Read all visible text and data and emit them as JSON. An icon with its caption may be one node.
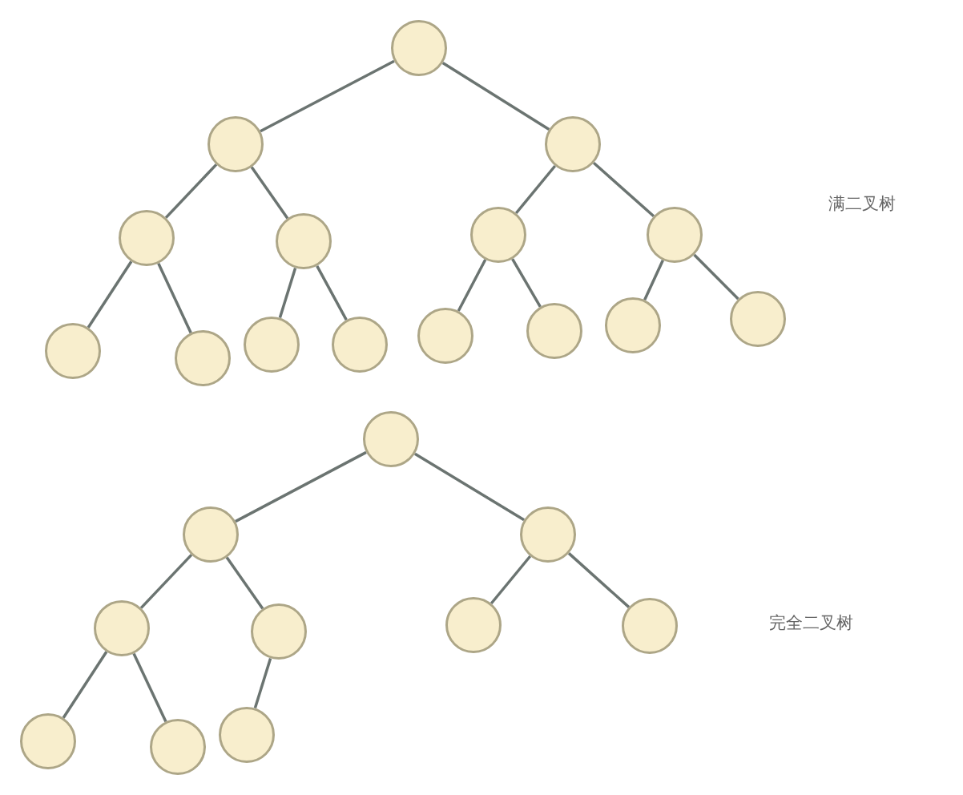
{
  "diagram": {
    "nodes": [
      {
        "text": [],
        "shape": "circle"
      },
      {
        "text": [],
        "shape": "circle"
      },
      {
        "text": [],
        "shape": "circle"
      },
      {
        "text": [],
        "shape": "circle"
      },
      {
        "text": [],
        "shape": "circle"
      },
      {
        "text": [],
        "shape": "circle"
      },
      {
        "text": [],
        "shape": "circle"
      },
      {
        "text": [],
        "shape": "circle"
      },
      {
        "text": [],
        "shape": "circle"
      },
      {
        "text": [],
        "shape": "circle"
      },
      {
        "text": [],
        "shape": "circle"
      },
      {
        "text": [],
        "shape": "circle"
      },
      {
        "text": [],
        "shape": "circle"
      },
      {
        "text": [],
        "shape": "circle"
      },
      {
        "text": [],
        "shape": "circle"
      },
      {
        "text": [],
        "shape": "circle"
      },
      {
        "text": [],
        "shape": "circle"
      },
      {
        "text": [],
        "shape": "circle"
      },
      {
        "text": [],
        "shape": "circle"
      },
      {
        "text": [],
        "shape": "circle"
      },
      {
        "text": [],
        "shape": "circle"
      },
      {
        "text": [],
        "shape": "circle"
      },
      {
        "text": [],
        "shape": "circle"
      },
      {
        "text": [],
        "shape": "circle"
      },
      {
        "text": [],
        "shape": "circle"
      }
    ],
    "edges": [
      {
        "from": 0,
        "to": 1,
        "arrow": "none"
      },
      {
        "from": 0,
        "to": 2,
        "arrow": "none"
      },
      {
        "from": 1,
        "to": 3,
        "arrow": "none"
      },
      {
        "from": 1,
        "to": 4,
        "arrow": "none"
      },
      {
        "from": 2,
        "to": 5,
        "arrow": "none"
      },
      {
        "from": 2,
        "to": 6,
        "arrow": "none"
      },
      {
        "from": 3,
        "to": 7,
        "arrow": "none"
      },
      {
        "from": 3,
        "to": 8,
        "arrow": "none"
      },
      {
        "from": 4,
        "to": 9,
        "arrow": "none"
      },
      {
        "from": 4,
        "to": 10,
        "arrow": "none"
      },
      {
        "from": 5,
        "to": 11,
        "arrow": "none"
      },
      {
        "from": 5,
        "to": 12,
        "arrow": "none"
      },
      {
        "from": 6,
        "to": 13,
        "arrow": "none"
      },
      {
        "from": 6,
        "to": 14,
        "arrow": "none"
      },
      {
        "from": 15,
        "to": 16,
        "arrow": "none"
      },
      {
        "from": 15,
        "to": 17,
        "arrow": "none"
      },
      {
        "from": 16,
        "to": 18,
        "arrow": "none"
      },
      {
        "from": 16,
        "to": 19,
        "arrow": "none"
      },
      {
        "from": 17,
        "to": 20,
        "arrow": "none"
      },
      {
        "from": 17,
        "to": 21,
        "arrow": "none"
      },
      {
        "from": 18,
        "to": 22,
        "arrow": "none"
      },
      {
        "from": 18,
        "to": 23,
        "arrow": "none"
      },
      {
        "from": 19,
        "to": 24,
        "arrow": "none"
      }
    ],
    "labels": [
      "满二叉树",
      "完全二叉树"
    ]
  }
}
